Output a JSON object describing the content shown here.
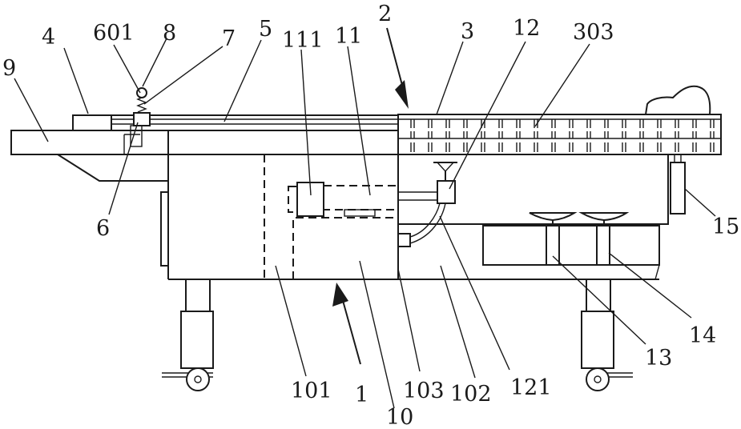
{
  "labels": {
    "l1": "1",
    "l2": "2",
    "l3": "3",
    "l4": "4",
    "l5": "5",
    "l6": "6",
    "l7": "7",
    "l8": "8",
    "l9": "9",
    "l10": "10",
    "l11": "11",
    "l12": "12",
    "l13": "13",
    "l14": "14",
    "l15": "15",
    "l101": "101",
    "l102": "102",
    "l103": "103",
    "l111": "111",
    "l121": "121",
    "l303": "303",
    "l601": "601"
  }
}
